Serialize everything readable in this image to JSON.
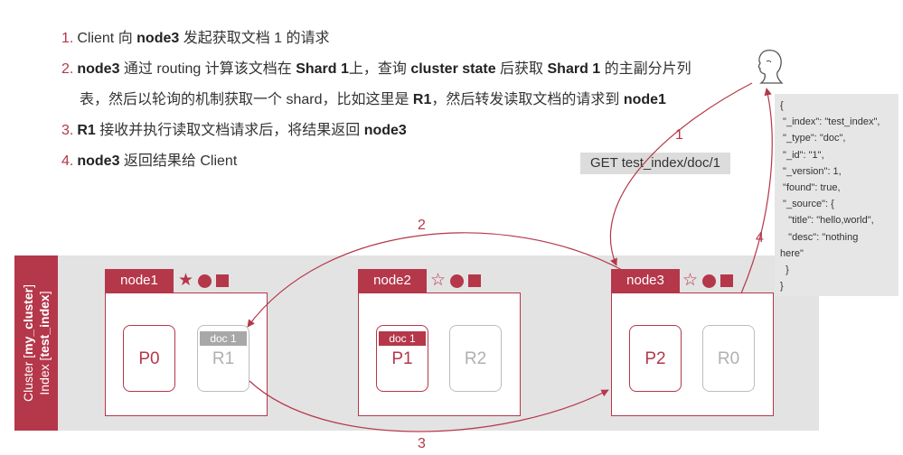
{
  "steps": [
    {
      "num": "1.",
      "parts": [
        "Client 向 ",
        "node3",
        " 发起获取文档 1 的请求"
      ]
    },
    {
      "num": "2.",
      "parts": [
        "node3",
        " 通过 routing 计算该文档在 ",
        "Shard 1",
        "上，查询 ",
        "cluster state",
        " 后获取 ",
        "Shard 1",
        " 的主副分片列"
      ]
    },
    {
      "num": "",
      "parts": [
        "表，然后以轮询的机制获取一个 shard，比如这里是 ",
        "R1",
        "，然后转发读取文档的请求到 ",
        "node1"
      ]
    },
    {
      "num": "3.",
      "parts": [
        "R1",
        " 接收并执行读取文档请求后，将结果返回 ",
        "node3"
      ]
    },
    {
      "num": "4.",
      "parts": [
        "node3",
        " 返回结果给 Client"
      ]
    }
  ],
  "cluster": {
    "line1_prefix": "Cluster [",
    "line1_name": "my_cluster",
    "line1_suffix": "]",
    "line2_prefix": "Index [",
    "line2_name": "test_index",
    "line2_suffix": "]"
  },
  "nodes": [
    {
      "name": "node1",
      "star": "★",
      "shards": [
        {
          "label": "P0",
          "kind": "primary"
        },
        {
          "label": "R1",
          "kind": "replica",
          "badge": "doc 1"
        }
      ]
    },
    {
      "name": "node2",
      "star": "☆",
      "shards": [
        {
          "label": "P1",
          "kind": "primary",
          "badge": "doc 1"
        },
        {
          "label": "R2",
          "kind": "replica"
        }
      ]
    },
    {
      "name": "node3",
      "star": "☆",
      "shards": [
        {
          "label": "P2",
          "kind": "primary"
        },
        {
          "label": "R0",
          "kind": "replica"
        }
      ]
    }
  ],
  "request": "GET test_index/doc/1",
  "response_lines": [
    "{",
    " \"_index\": \"test_index\",",
    " \"_type\": \"doc\",",
    " \"_id\": \"1\",",
    " \"_version\": 1,",
    " \"found\": true,",
    " \"_source\": {",
    "   \"title\": \"hello,world\",",
    "   \"desc\": \"nothing",
    "here\"",
    "  }",
    "}"
  ],
  "arrow_labels": [
    "1",
    "2",
    "3",
    "4"
  ],
  "colors": {
    "accent": "#b5374a",
    "band": "#e3e3e3",
    "replica": "#bdbdbd"
  }
}
